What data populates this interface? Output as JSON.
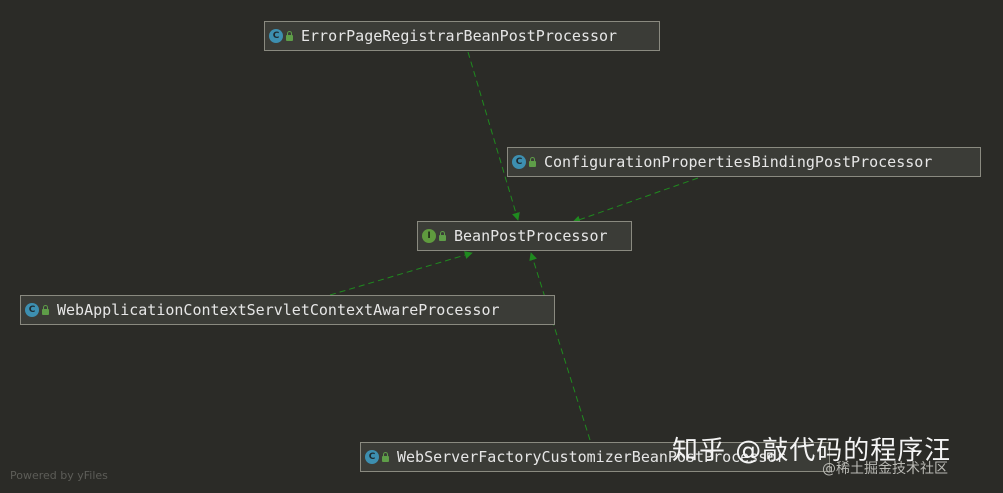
{
  "diagram": {
    "nodes": [
      {
        "id": "errorPage",
        "label": "ErrorPageRegistrarBeanPostProcessor",
        "kind": "C"
      },
      {
        "id": "configProps",
        "label": "ConfigurationPropertiesBindingPostProcessor",
        "kind": "C"
      },
      {
        "id": "beanPost",
        "label": "BeanPostProcessor",
        "kind": "I"
      },
      {
        "id": "webAppCtx",
        "label": "WebApplicationContextServletContextAwareProcessor",
        "kind": "C"
      },
      {
        "id": "webServer",
        "label": "WebServerFactoryCustomizerBeanPostProcessor",
        "kind": "C"
      }
    ],
    "edges": [
      {
        "from": "errorPage",
        "to": "beanPost",
        "relation": "implements"
      },
      {
        "from": "configProps",
        "to": "beanPost",
        "relation": "implements"
      },
      {
        "from": "webAppCtx",
        "to": "beanPost",
        "relation": "implements"
      },
      {
        "from": "webServer",
        "to": "beanPost",
        "relation": "implements"
      }
    ],
    "edge_color": "#1f8a1f"
  },
  "footer": {
    "powered_by": "Powered by yFiles"
  },
  "watermark": {
    "main": "知乎 @敲代码的程序汪",
    "secondary": "@稀土掘金技术社区"
  }
}
